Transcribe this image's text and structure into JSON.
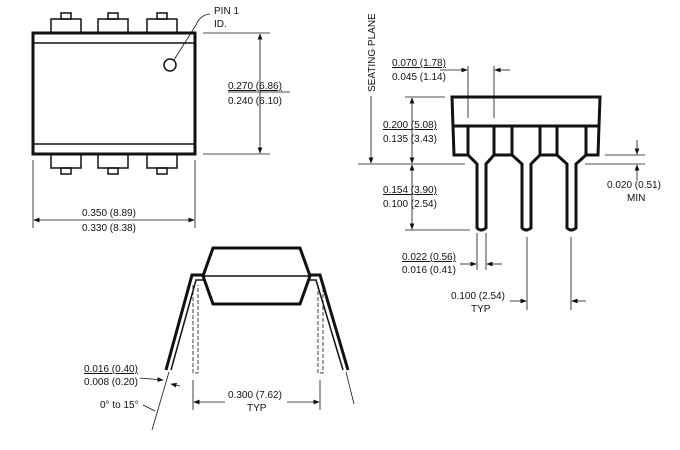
{
  "top_view": {
    "pin1_label": "PIN 1",
    "pin1_label2": "ID.",
    "width_max": "0.270 (6.86)",
    "width_min": "0.240 (6.10)",
    "length_max": "0.350 (8.89)",
    "length_min": "0.330 (8.38)"
  },
  "side_view": {
    "seating_plane": "SEATING PLANE",
    "shoulder_max": "0.070 (1.78)",
    "shoulder_min": "0.045 (1.14)",
    "height_max": "0.200 (5.08)",
    "height_min": "0.135 (3.43)",
    "lead_len_max": "0.154 (3.90)",
    "lead_len_min": "0.100 (2.54)",
    "standoff": "0.020 (0.51)",
    "standoff_note": "MIN",
    "lead_w_max": "0.022 (0.56)",
    "lead_w_min": "0.016 (0.41)",
    "pitch": "0.100 (2.54)",
    "pitch_note": "TYP"
  },
  "end_view": {
    "thick_max": "0.016 (0.40)",
    "thick_min": "0.008 (0.20)",
    "angle": "0° to 15°",
    "row_spacing": "0.300 (7.62)",
    "row_note": "TYP"
  }
}
